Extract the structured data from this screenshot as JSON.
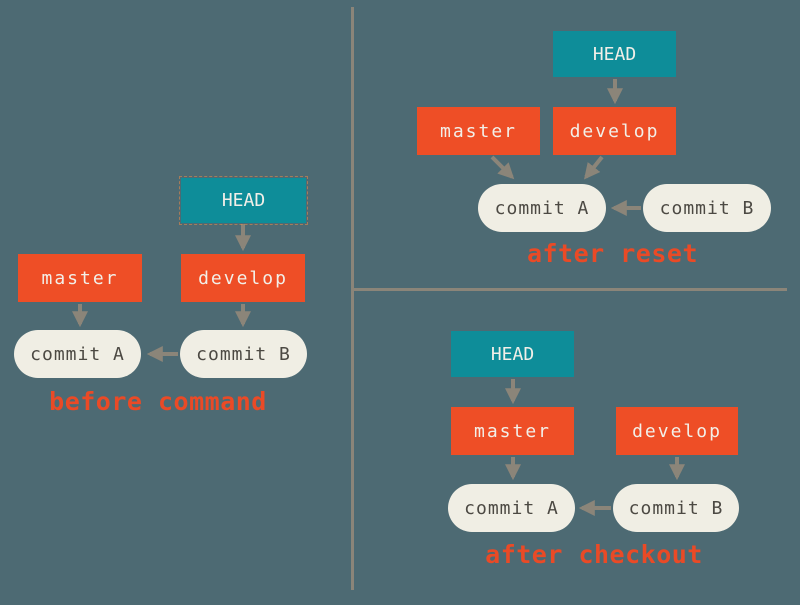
{
  "colors": {
    "background": "#4d6a73",
    "head_box": "#0e8d99",
    "branch_box": "#ee4e26",
    "commit_pill": "#f0eee4",
    "commit_text": "#4c4943",
    "arrow": "#8b8579",
    "divider": "#8b8579",
    "caption": "#ea4a26",
    "box_text": "#f2efe8"
  },
  "panels": {
    "before": {
      "caption": "before command",
      "nodes": {
        "head": "HEAD",
        "master": "master",
        "develop": "develop",
        "commit_a": "commit A",
        "commit_b": "commit B"
      },
      "edges": [
        "HEAD -> develop",
        "master -> commit A",
        "develop -> commit B",
        "commit B -> commit A"
      ]
    },
    "after_reset": {
      "caption": "after reset",
      "nodes": {
        "head": "HEAD",
        "master": "master",
        "develop": "develop",
        "commit_a": "commit A",
        "commit_b": "commit B"
      },
      "edges": [
        "HEAD -> develop",
        "master -> commit A",
        "develop -> commit A",
        "commit B -> commit A"
      ]
    },
    "after_checkout": {
      "caption": "after checkout",
      "nodes": {
        "head": "HEAD",
        "master": "master",
        "develop": "develop",
        "commit_a": "commit A",
        "commit_b": "commit B"
      },
      "edges": [
        "HEAD -> master",
        "master -> commit A",
        "develop -> commit B",
        "commit B -> commit A"
      ]
    }
  }
}
